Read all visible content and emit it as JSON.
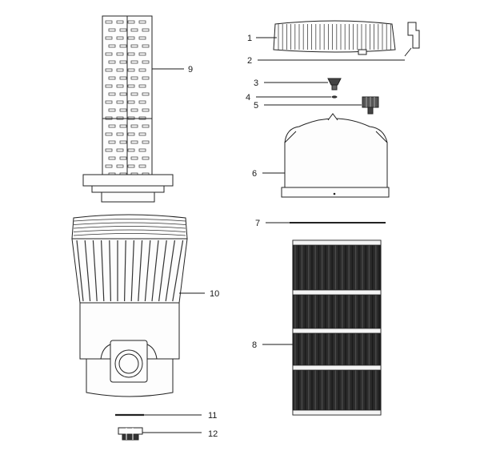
{
  "callouts": [
    {
      "id": "1",
      "label": "1"
    },
    {
      "id": "2",
      "label": "2"
    },
    {
      "id": "3",
      "label": "3"
    },
    {
      "id": "4",
      "label": "4"
    },
    {
      "id": "5",
      "label": "5"
    },
    {
      "id": "6",
      "label": "6"
    },
    {
      "id": "7",
      "label": "7"
    },
    {
      "id": "8",
      "label": "8"
    },
    {
      "id": "9",
      "label": "9"
    },
    {
      "id": "10",
      "label": "10"
    },
    {
      "id": "11",
      "label": "11"
    },
    {
      "id": "12",
      "label": "12"
    }
  ],
  "colors": {
    "ink": "#222222",
    "cartridge_dark": "#2b2b2b",
    "background": "#ffffff"
  }
}
